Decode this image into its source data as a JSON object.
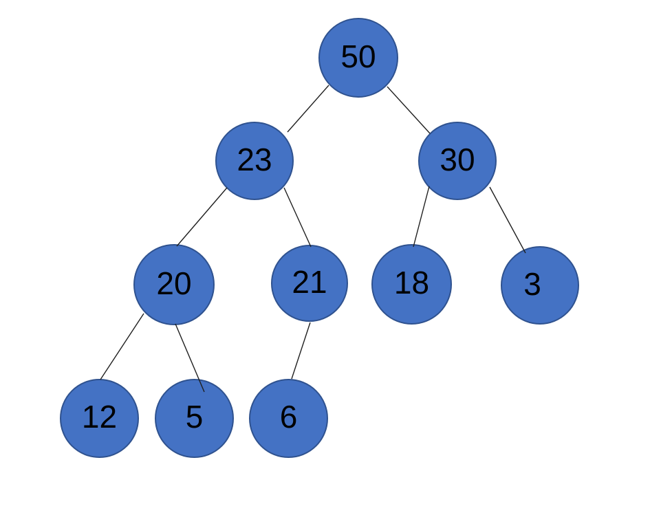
{
  "diagram": {
    "kind": "binary-tree",
    "colors": {
      "background": "#ffffff",
      "node_fill": "#4472C4",
      "node_border": "#2F528F",
      "edge": "#1f1f1f",
      "text": "#000000"
    },
    "nodes": [
      {
        "id": "50",
        "value": "50"
      },
      {
        "id": "23",
        "value": "23"
      },
      {
        "id": "30",
        "value": "30"
      },
      {
        "id": "20",
        "value": "20"
      },
      {
        "id": "21",
        "value": "21"
      },
      {
        "id": "18",
        "value": "18"
      },
      {
        "id": "3",
        "value": "3"
      },
      {
        "id": "12",
        "value": "12"
      },
      {
        "id": "5",
        "value": "5"
      },
      {
        "id": "6",
        "value": "6"
      }
    ],
    "edges": [
      {
        "from": "50",
        "to": "23"
      },
      {
        "from": "50",
        "to": "30"
      },
      {
        "from": "23",
        "to": "20"
      },
      {
        "from": "23",
        "to": "21"
      },
      {
        "from": "30",
        "to": "18"
      },
      {
        "from": "30",
        "to": "3"
      },
      {
        "from": "20",
        "to": "12"
      },
      {
        "from": "20",
        "to": "5"
      },
      {
        "from": "21",
        "to": "6"
      }
    ]
  }
}
